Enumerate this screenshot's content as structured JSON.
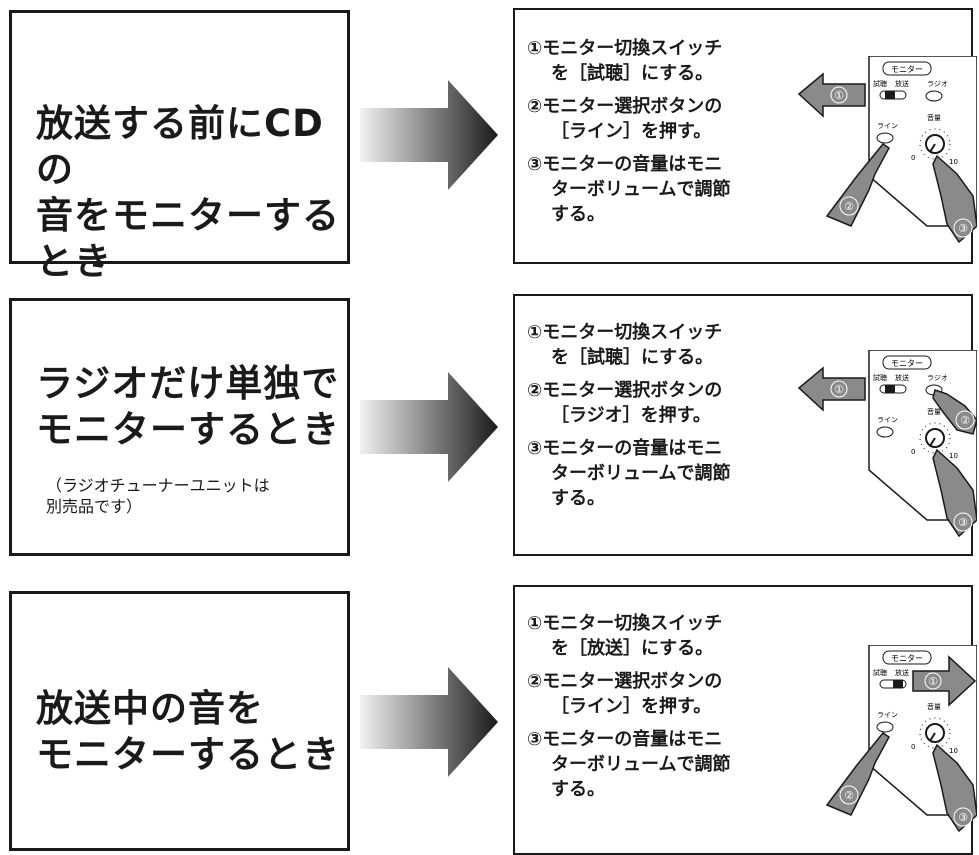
{
  "rows": [
    {
      "title": "放送する前にCDの\n音をモニターする\nとき",
      "note": "",
      "steps": [
        "①モニター切換スイッチ\nを［試聴］にする。",
        "②モニター選択ボタンの\n［ライン］を押す。",
        "③モニターの音量はモニ\nターボリュームで調節\nする。"
      ]
    },
    {
      "title": "ラジオだけ単独で\nモニターするとき",
      "note": "（ラジオチューナーユニットは\n別売品です）",
      "steps": [
        "①モニター切換スイッチ\nを［試聴］にする。",
        "②モニター選択ボタンの\n［ラジオ］を押す。",
        "③モニターの音量はモニ\nターボリュームで調節\nする。"
      ]
    },
    {
      "title": "放送中の音を\nモニターするとき",
      "note": "",
      "steps": [
        "①モニター切換スイッチ\nを［放送］にする。",
        "②モニター選択ボタンの\n［ライン］を押す。",
        "③モニターの音量はモニ\nターボリュームで調節\nする。"
      ]
    }
  ],
  "panel": {
    "header": "モニター",
    "switch_left": "試聴",
    "switch_right": "放送",
    "radio": "ラジオ",
    "line": "ライン",
    "volume": "音量",
    "min": "0",
    "max": "10",
    "markers": [
      "①",
      "②",
      "③"
    ]
  },
  "colors": {
    "ink": "#1a1a1a",
    "arrow_dark": "#1a1a1a",
    "arrow_light": "#f2f2f2",
    "marker_fill": "#8a8a8a"
  }
}
